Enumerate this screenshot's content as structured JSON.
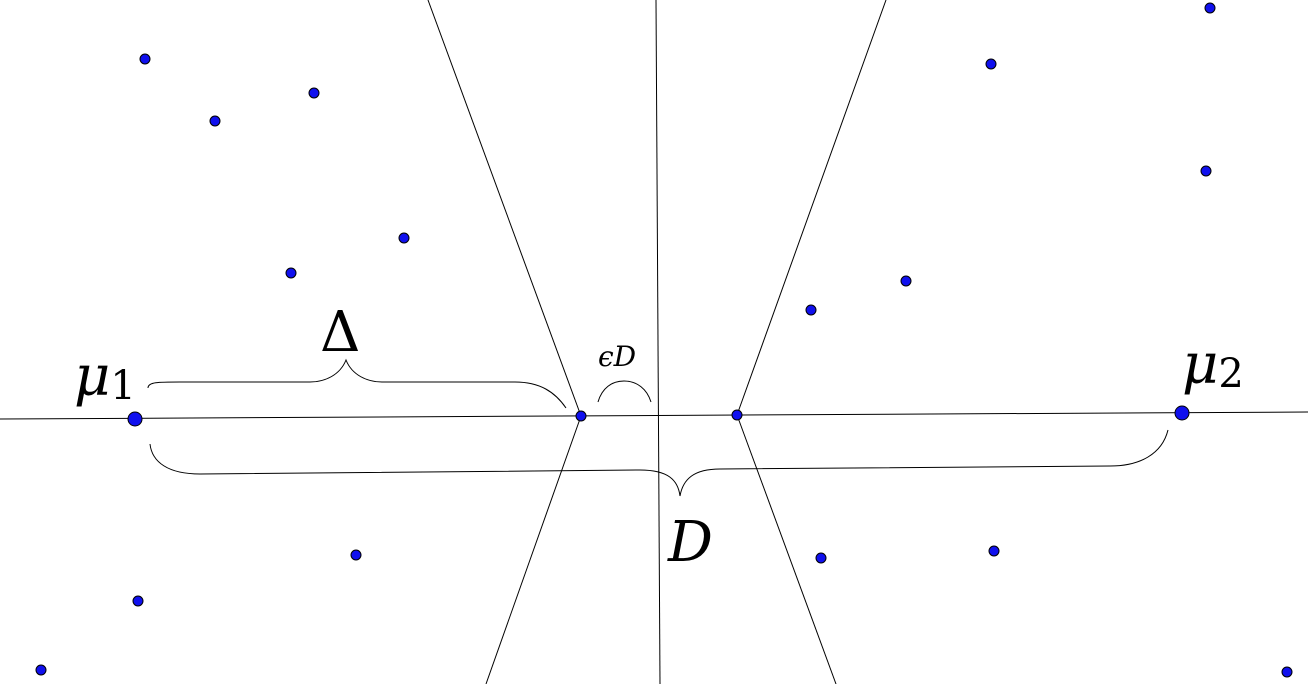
{
  "labels": {
    "mu1": {
      "symbol": "μ",
      "subscript": "1"
    },
    "mu2": {
      "symbol": "μ",
      "subscript": "2"
    },
    "delta": "Δ",
    "epsilon_d": "ϵD",
    "d": "D"
  },
  "colors": {
    "point_fill": "#1010ee",
    "line": "#000000",
    "background": "#ffffff"
  }
}
